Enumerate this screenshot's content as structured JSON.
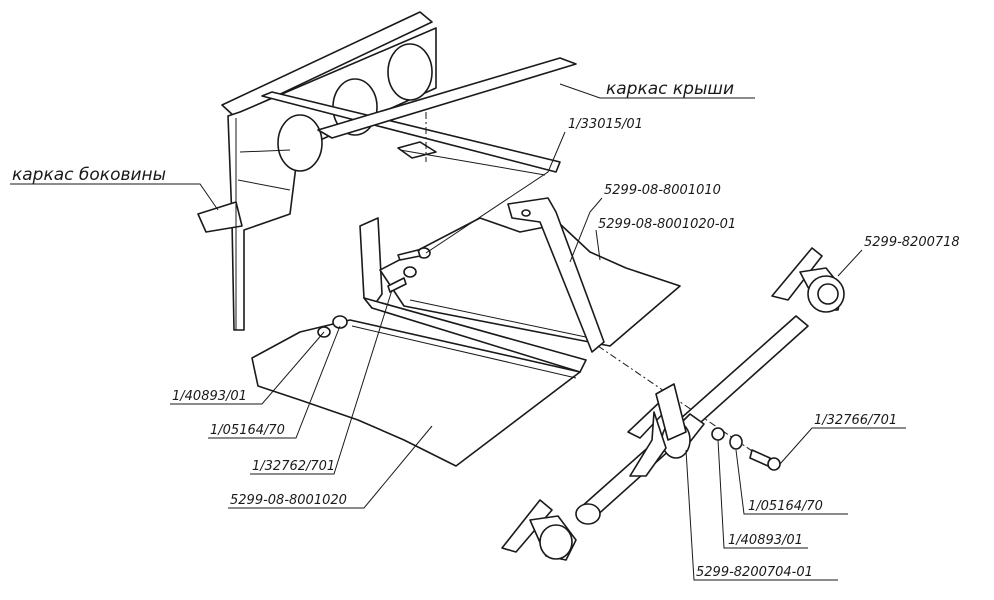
{
  "labels": {
    "roof_frame": "каркас крыши",
    "side_frame": "каркас боковины",
    "p_33015": "1/33015/01",
    "p_8001010": "5299-08-8001010",
    "p_8001020_01": "5299-08-8001020-01",
    "p_8200718": "5299-8200718",
    "p_40893_left": "1/40893/01",
    "p_05164_left": "1/05164/70",
    "p_32762": "1/32762/701",
    "p_8001020": "5299-08-8001020",
    "p_32766": "1/32766/701",
    "p_05164_right": "1/05164/70",
    "p_40893_right": "1/40893/01",
    "p_8200704": "5299-8200704-01"
  }
}
